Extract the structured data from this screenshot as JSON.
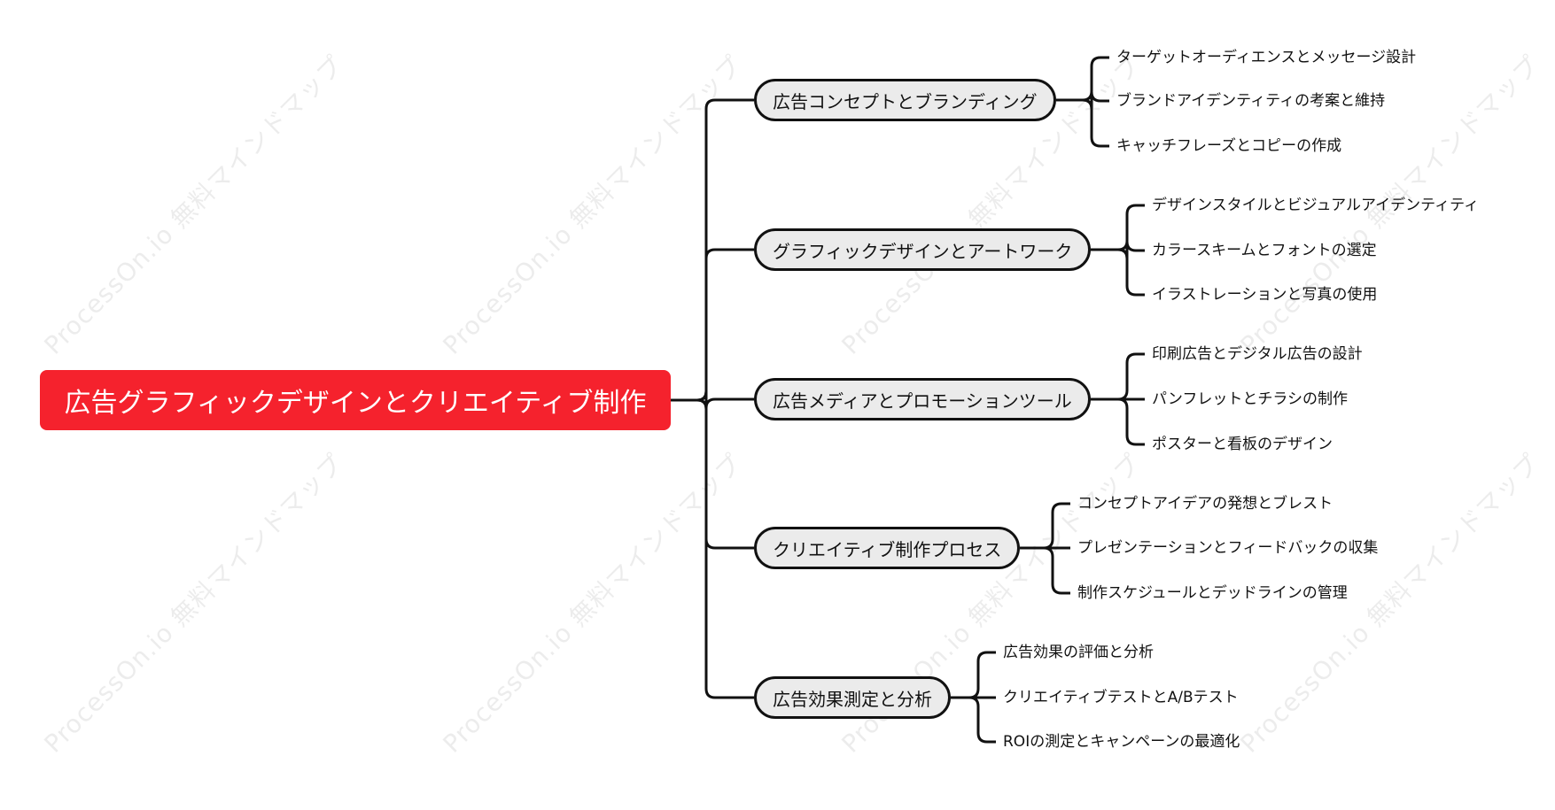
{
  "watermark_text": "ProcessOn.io 無料マインドマップ",
  "colors": {
    "root_bg": "#f5222d",
    "branch_bg": "#ebebeb",
    "line": "#111111"
  },
  "root": {
    "label": "広告グラフィックデザインとクリエイティブ制作"
  },
  "branches": [
    {
      "label": "広告コンセプトとブランディング",
      "children": [
        "ターゲットオーディエンスとメッセージ設計",
        "ブランドアイデンティティの考案と維持",
        "キャッチフレーズとコピーの作成"
      ]
    },
    {
      "label": "グラフィックデザインとアートワーク",
      "children": [
        "デザインスタイルとビジュアルアイデンティティ",
        "カラースキームとフォントの選定",
        "イラストレーションと写真の使用"
      ]
    },
    {
      "label": "広告メディアとプロモーションツール",
      "children": [
        "印刷広告とデジタル広告の設計",
        "パンフレットとチラシの制作",
        "ポスターと看板のデザイン"
      ]
    },
    {
      "label": "クリエイティブ制作プロセス",
      "children": [
        "コンセプトアイデアの発想とブレスト",
        "プレゼンテーションとフィードバックの収集",
        "制作スケジュールとデッドラインの管理"
      ]
    },
    {
      "label": "広告効果測定と分析",
      "children": [
        "広告効果の評価と分析",
        "クリエイティブテストとA/Bテスト",
        "ROIの測定とキャンペーンの最適化"
      ]
    }
  ]
}
